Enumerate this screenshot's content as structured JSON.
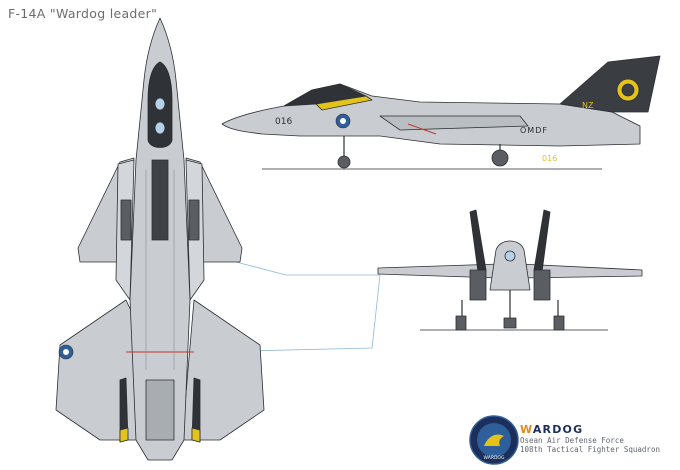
{
  "title": "F-14A \"Wardog leader\"",
  "unit": {
    "name_first": "W",
    "name_rest": "ARDOG",
    "force": "Osean Air Defense Force",
    "squadron": "108th Tactical Fighter Squadron",
    "badge_text": "WARDOG"
  },
  "markings": {
    "tail_code": "NZ",
    "modex": "016",
    "side_text": "OMDF"
  },
  "colors": {
    "paint_grey": "#c9cdd1",
    "dark_grey": "#43474c",
    "accent_yellow": "#e3c21a",
    "insignia_blue": "#2f5f9a",
    "outline": "#2b2e33",
    "line_blue": "#8fb8dc"
  }
}
